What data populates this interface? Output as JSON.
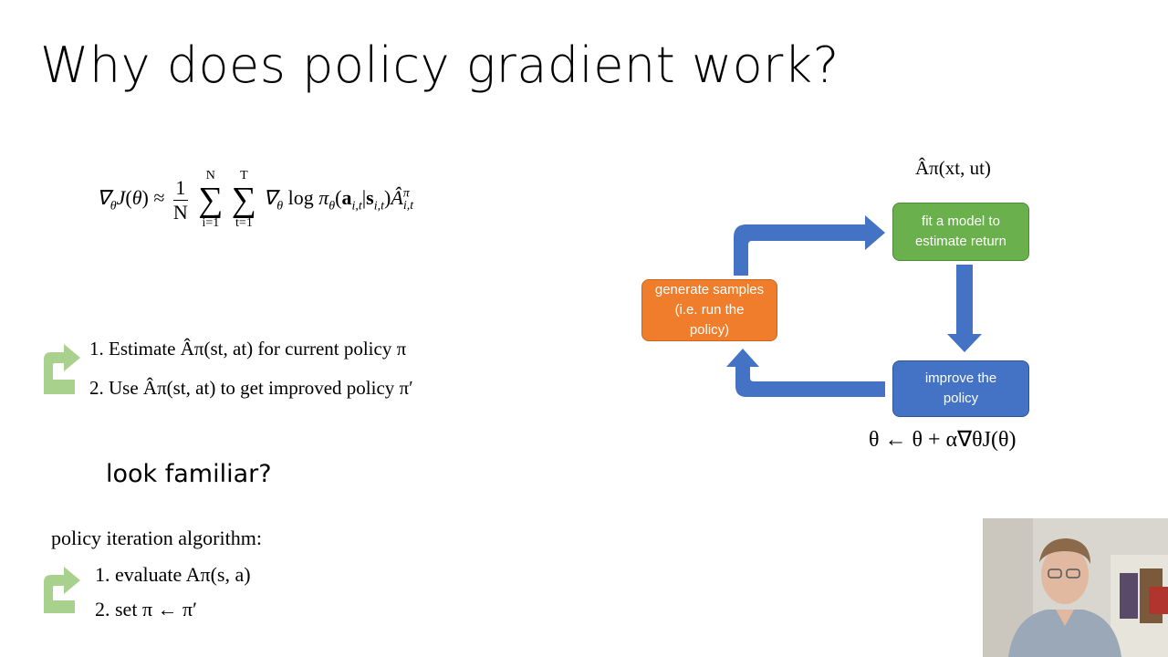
{
  "slide": {
    "title": "Why does policy gradient work?",
    "familiar_text": "look familiar?",
    "gradient_eq": {
      "lhs": "∇θJ(θ) ≈",
      "frac_num": "1",
      "frac_den": "N",
      "sum1_top": "N",
      "sum1_bot": "i=1",
      "sum2_top": "T",
      "sum2_bot": "t=1",
      "body": "∇θ log πθ(ai,t|si,t)Âπi,t"
    },
    "steps": [
      "1.  Estimate Âπ(st, at) for current policy π",
      "2.  Use Âπ(st, at) to get improved policy π′"
    ],
    "policy_iteration": {
      "title": "policy iteration algorithm:",
      "step1": "1.  evaluate Aπ(s, a)",
      "step2": "2.  set π ← π′"
    }
  },
  "diagram": {
    "ahat_label": "Âπ(xt, ut)",
    "box_fit": "fit a model to estimate return",
    "box_generate": "generate samples (i.e. run the policy)",
    "box_improve": "improve the policy",
    "update_rule": "θ ← θ + α∇θJ(θ)",
    "colors": {
      "green": "#6ab04c",
      "orange": "#ef7d2b",
      "blue": "#4472c4",
      "light_green_arrow": "#a9d18e"
    }
  },
  "webcam": {
    "icon": "presenter-webcam"
  }
}
